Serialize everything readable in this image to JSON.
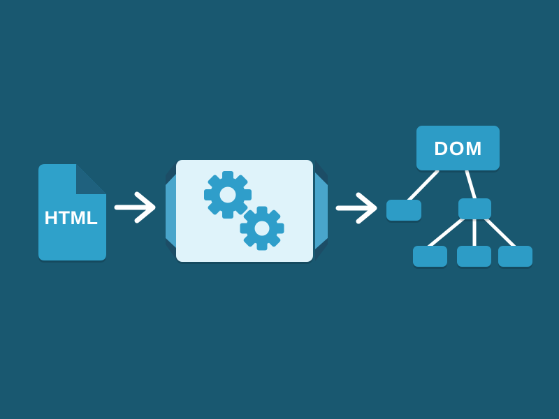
{
  "diagram": {
    "kind": "flow-diagram",
    "steps": [
      {
        "id": "source",
        "icon": "html-file-icon",
        "label": "HTML"
      },
      {
        "id": "parser",
        "icon": "parser-gears-icon",
        "label": ""
      },
      {
        "id": "output",
        "icon": "dom-tree-icon",
        "label": "DOM"
      }
    ],
    "connector_icon": "arrow-right-icon"
  },
  "labels": {
    "html": "HTML",
    "dom": "DOM"
  },
  "tree": {
    "root_label": "DOM",
    "root_children_count": 2,
    "second_child_children_count": 3
  },
  "colors": {
    "background": "#195870",
    "node_blue": "#2D9CC6",
    "doc_blue": "#2FA1CA",
    "fold_dark": "#1F617E",
    "panel_light": "#DFF3FA",
    "gear_blue": "#2F9ECA",
    "wing_blue": "#49A5CB",
    "wing_dark": "#1C4D66",
    "connector_white": "#FFFFFF",
    "shadow": "rgba(0,0,0,0.15)"
  }
}
